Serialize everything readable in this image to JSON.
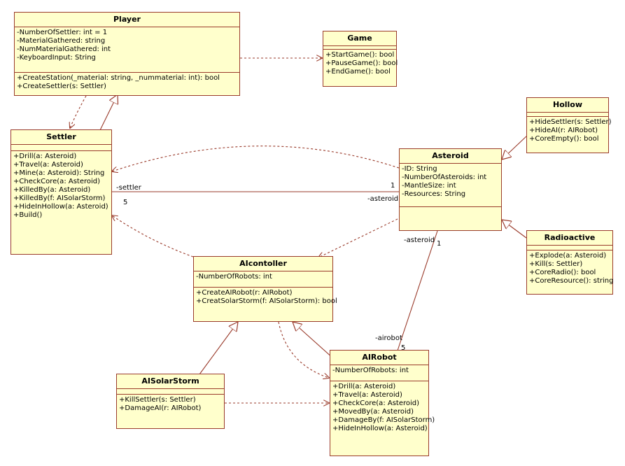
{
  "classes": {
    "player": {
      "name": "Player",
      "attributes": [
        "-NumberOfSettler: int = 1",
        "-MaterialGathered: string",
        "-NumMaterialGathered: int",
        "-KeyboardInput: String"
      ],
      "operations": [
        "+CreateStation(_material: string, _nummaterial: int): bool",
        "+CreateSettler(s: Settler)"
      ]
    },
    "game": {
      "name": "Game",
      "attributes": [],
      "operations": [
        "+StartGame(): bool",
        "+PauseGame(): bool",
        "+EndGame(): bool"
      ]
    },
    "hollow": {
      "name": "Hollow",
      "attributes": [],
      "operations": [
        "+HideSettler(s: Settler)",
        "+HideAI(r: AIRobot)",
        "+CoreEmpty(): bool"
      ]
    },
    "settler": {
      "name": "Settler",
      "attributes": [],
      "operations": [
        "+Drill(a: Asteroid)",
        "+Travel(a: Asteroid)",
        "+Mine(a: Asteroid): String",
        "+CheckCore(a: Asteroid)",
        "+KilledBy(a: Asteroid)",
        "+KilledBy(f: AISolarStorm)",
        "+HideInHollow(a: Asteroid)",
        "+Build()"
      ]
    },
    "asteroid": {
      "name": "Asteroid",
      "attributes": [
        "-ID: String",
        "-NumberOfAsteroids: int",
        "-MantleSize: int",
        "-Resources: String"
      ],
      "operations": []
    },
    "radioactive": {
      "name": "Radioactive",
      "attributes": [],
      "operations": [
        "+Explode(a: Asteroid)",
        "+Kill(s: Settler)",
        "+CoreRadio(): bool",
        "+CoreResource(): string"
      ]
    },
    "aicontroller": {
      "name": "AIcontoller",
      "attributes": [
        "-NumberOfRobots: int"
      ],
      "operations": [
        "+CreateAIRobot(r: AIRobot)",
        "+CreatSolarStorm(f: AISolarStorm): bool"
      ]
    },
    "aisolarstorm": {
      "name": "AISolarStorm",
      "attributes": [],
      "operations": [
        "+KillSettler(s: Settler)",
        "+DamageAI(r: AIRobot)"
      ]
    },
    "airobot": {
      "name": "AIRobot",
      "attributes": [
        "-NumberOfRobots: int"
      ],
      "operations": [
        "+Drill(a: Asteroid)",
        "+Travel(a: Asteroid)",
        "+CheckCore(a: Asteroid)",
        "+MovedBy(a: Asteroid)",
        "+DamageBy(f: AISolarStorm)",
        "+HideInHollow(a: Asteroid)"
      ]
    }
  },
  "edge_labels": {
    "settler_role": "-settler",
    "settler_mult": "5",
    "asteroid_mult_top": "1",
    "asteroid_role_left": "-asteroid",
    "asteroid_role_bottom": "-asteroid",
    "asteroid_mult_bottom": "1",
    "airobot_role": "-airobot",
    "airobot_mult": "5"
  },
  "colors": {
    "box_fill": "#ffffcc",
    "box_border": "#9a3b2b",
    "line": "#9a3b2b"
  }
}
